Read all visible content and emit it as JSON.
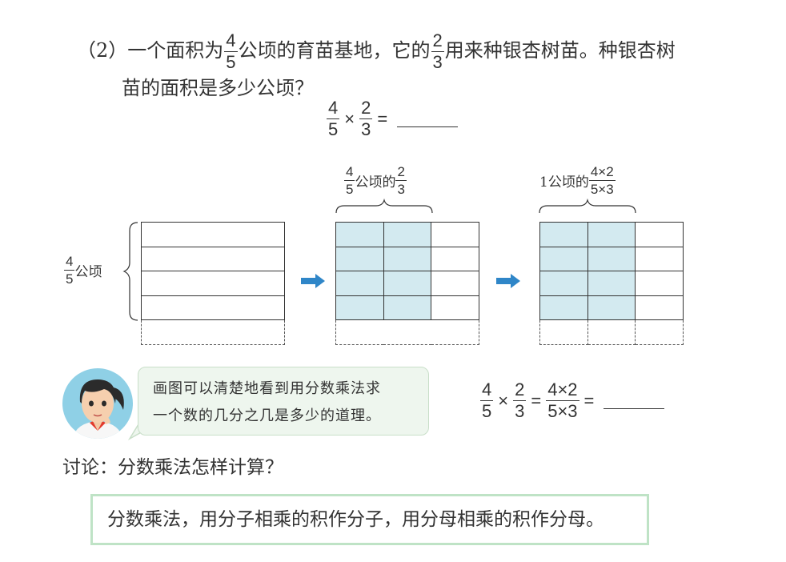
{
  "question": {
    "number": "（2）",
    "text1": "一个面积为",
    "f1": {
      "n": "4",
      "d": "5"
    },
    "text2": "公顷的育苗基地，它的",
    "f2": {
      "n": "2",
      "d": "3"
    },
    "text3": "用来种银杏树苗。种银杏树",
    "text4": "苗的面积是多少公顷？"
  },
  "equation1": {
    "a": {
      "n": "4",
      "d": "5"
    },
    "op": "×",
    "b": {
      "n": "2",
      "d": "3"
    },
    "eq": "="
  },
  "diagram": {
    "left_label": {
      "frac": {
        "n": "4",
        "d": "5"
      },
      "unit": "公顷"
    },
    "middle_label": {
      "frac": {
        "n": "4",
        "d": "5"
      },
      "text": "公顷的",
      "frac2": {
        "n": "2",
        "d": "3"
      }
    },
    "right_label": {
      "prefix": "1公顷的",
      "frac": {
        "n": "4×2",
        "d": "5×3"
      }
    },
    "arrow_color": "#2f86c8",
    "shade_color": "#d3eaf0"
  },
  "bubble": {
    "line1": "画图可以清楚地看到用分数乘法求",
    "line2": "一个数的几分之几是多少的道理。"
  },
  "equation2": {
    "a": {
      "n": "4",
      "d": "5"
    },
    "op": "×",
    "b": {
      "n": "2",
      "d": "3"
    },
    "eq": "=",
    "c": {
      "n": "4×2",
      "d": "5×3"
    },
    "eq2": "="
  },
  "discussion": "讨论：分数乘法怎样计算？",
  "rule": "分数乘法，用分子相乘的积作分子，用分母相乘的积作分母。"
}
